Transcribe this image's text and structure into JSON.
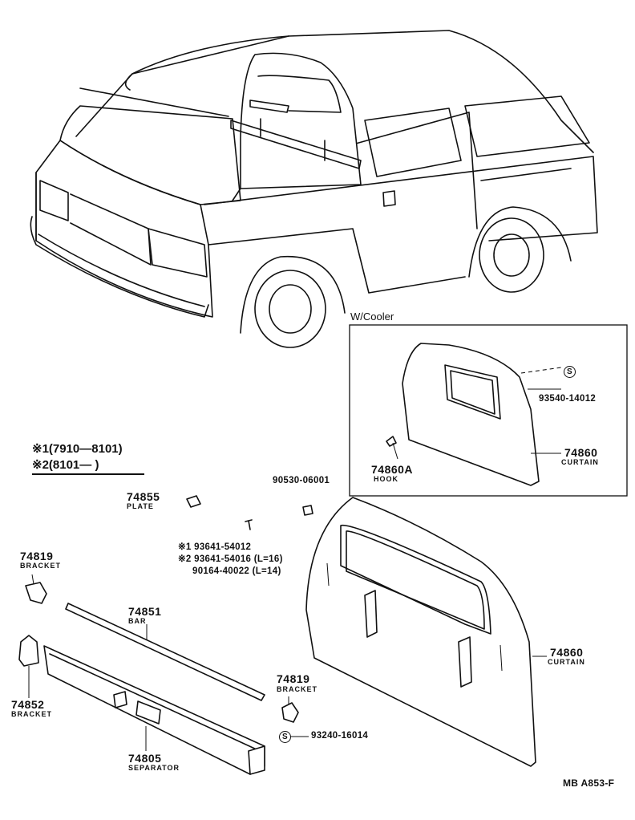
{
  "notes": {
    "note1": "※1(7910—8101)",
    "note2": "※2(8101—        )"
  },
  "cooler_box": {
    "title": "W/Cooler",
    "screw_code": "93540-14012",
    "screw_symbol": "S",
    "curtain_num": "74860",
    "curtain_name": "CURTAIN",
    "hook_num": "74860A",
    "hook_name": "HOOK"
  },
  "parts": {
    "plate_num": "74855",
    "plate_name": "PLATE",
    "clip_code": "90530-06001",
    "screw_line1": "※1 93641-54012",
    "screw_line2": "※2 93641-54016 (L=16)",
    "screw_line3": "90164-40022 (L=14)",
    "bracket_top_num": "74819",
    "bracket_top_name": "BRACKET",
    "bar_num": "74851",
    "bar_name": "BAR",
    "bracket2_num": "74852",
    "bracket2_name": "BRACKET",
    "separator_num": "74805",
    "separator_name": "SEPARATOR",
    "bracket_bot_num": "74819",
    "bracket_bot_name": "BRACKET",
    "bracket_screw_code": "93240-16014",
    "bracket_screw_symbol": "S",
    "curtain_num": "74860",
    "curtain_name": "CURTAIN"
  },
  "footer": {
    "code": "MB  A853-F"
  }
}
